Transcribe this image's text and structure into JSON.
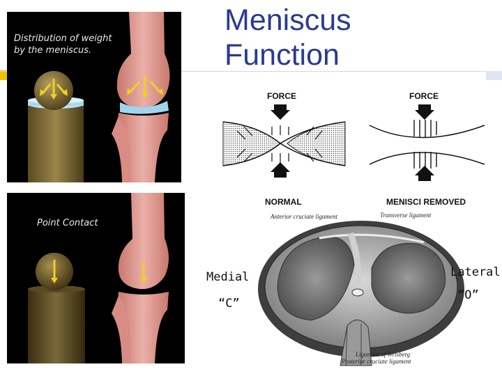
{
  "slide": {
    "title_line1": "Meniscus",
    "title_line2": "Function"
  },
  "top_panel": {
    "caption_line1": "Distribution of weight",
    "caption_line2": "by the meniscus."
  },
  "bottom_panel": {
    "caption": "Point Contact"
  },
  "force_diagram": {
    "left_force_label": "FORCE",
    "right_force_label": "FORCE",
    "left_caption": "NORMAL",
    "right_caption": "MENISCI REMOVED"
  },
  "meniscus_figure": {
    "anterior_label": "Anterior cruciate ligament",
    "transverse_label": "Transverse ligament",
    "wrisberg_label": "Ligament of Wrisberg",
    "posterior_label": "Posterior cruciate ligament",
    "medial_label": "Medial",
    "medial_shape": "“C”",
    "lateral_label": "Lateral",
    "lateral_shape": "“O”"
  },
  "colors": {
    "title": "#2a3a8f",
    "arrow": "#f0d020",
    "bone": "#e6a6a0",
    "cartilage": "#9fd6ee",
    "panel_bg": "#000000"
  },
  "icons": [
    "arrow-icon",
    "force-arrow-icon"
  ]
}
